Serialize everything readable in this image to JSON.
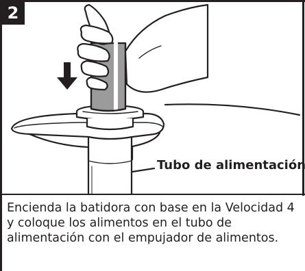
{
  "step": {
    "number": "2"
  },
  "figure": {
    "callout_label": "Tubo de alimentación"
  },
  "instruction": {
    "text": "Encienda la batidora con base en la Velocidad 4 y coloque los alimentos en el tubo de alimentación con el empujador de alimentos."
  },
  "colors": {
    "ink": "#231f20",
    "background": "#ffffff",
    "badge_text": "#ffffff"
  }
}
